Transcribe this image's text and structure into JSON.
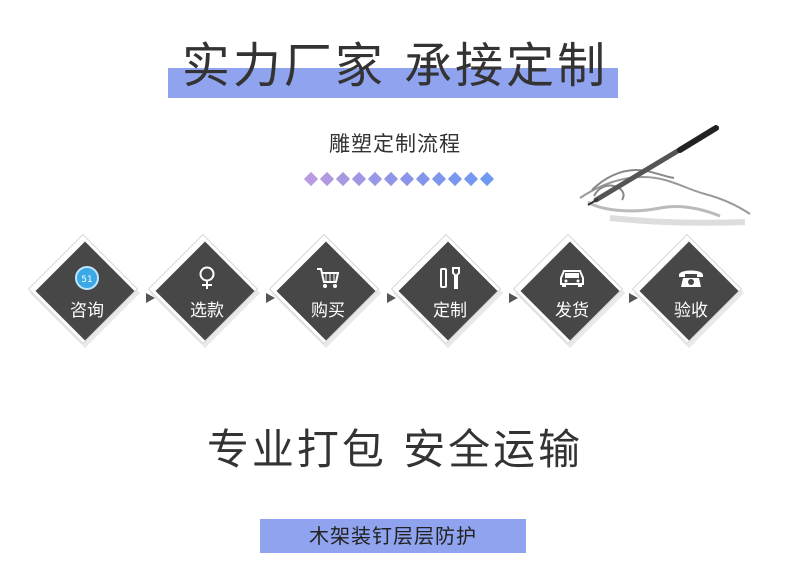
{
  "header": {
    "headline": "实力厂家 承接定制",
    "subtitle": "雕塑定制流程"
  },
  "decoration": {
    "diamond_colors": [
      "#b89be0",
      "#b099e0",
      "#a898e2",
      "#a097e4",
      "#9896e6",
      "#9095e8",
      "#8a95ea",
      "#8495ec",
      "#7f96ee",
      "#7a97f0",
      "#7598f2",
      "#7099f4"
    ]
  },
  "process": {
    "steps": [
      {
        "label": "咨询",
        "icon": "chat-bubble-icon"
      },
      {
        "label": "选款",
        "icon": "female-symbol-icon"
      },
      {
        "label": "购买",
        "icon": "shopping-cart-icon"
      },
      {
        "label": "定制",
        "icon": "tools-icon"
      },
      {
        "label": "发货",
        "icon": "car-icon"
      },
      {
        "label": "验收",
        "icon": "telephone-icon"
      }
    ]
  },
  "bottom": {
    "slogan": "专业打包 安全运输",
    "protection": "木架装钉层层防护"
  },
  "colors": {
    "accent": "#8fa3ee",
    "diamond": "#474747",
    "text": "#333333"
  }
}
